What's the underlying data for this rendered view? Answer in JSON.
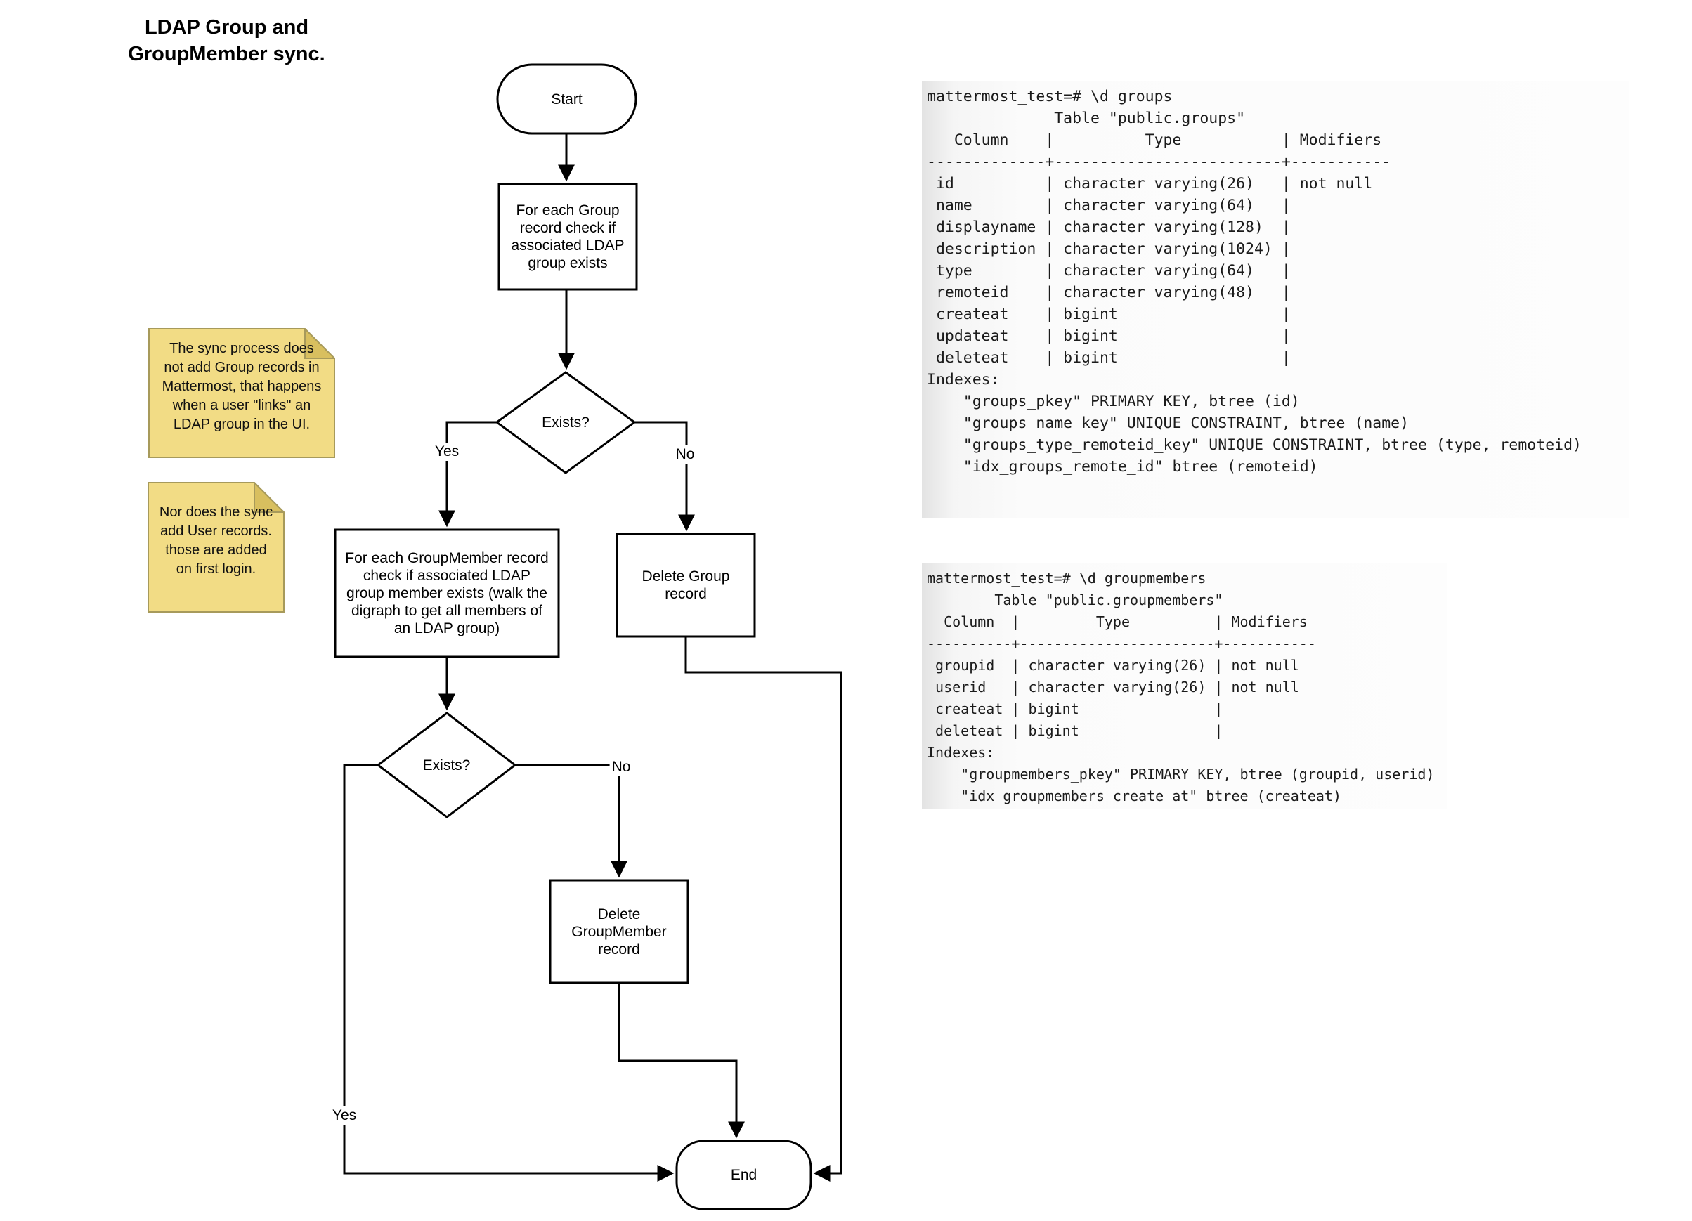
{
  "title": {
    "line1": "LDAP Group and",
    "line2": "GroupMember sync."
  },
  "flowchart": {
    "nodes": {
      "start": {
        "label": "Start"
      },
      "check_group": {
        "label": "For each Group\nrecord check if\nassociated LDAP\ngroup exists"
      },
      "exists_group": {
        "label": "Exists?"
      },
      "check_groupmember": {
        "label": "For each GroupMember record\ncheck if associated LDAP\ngroup member exists (walk the\ndigraph to get all members of\nan LDAP group)"
      },
      "delete_group": {
        "label": "Delete Group\nrecord"
      },
      "exists_groupmember": {
        "label": "Exists?"
      },
      "delete_groupmember": {
        "label": "Delete\nGroupMember\nrecord"
      },
      "end": {
        "label": "End"
      }
    },
    "edge_labels": {
      "group_yes": "Yes",
      "group_no": "No",
      "member_yes": "Yes",
      "member_no": "No"
    }
  },
  "notes": {
    "note1": "The sync process does\nnot add Group records in\nMattermost, that happens\nwhen a user \"links\" an\nLDAP group in the UI.",
    "note2": "Nor does the sync\nadd User records.\nthose are added\non first login."
  },
  "terminals": {
    "groups": {
      "text": "mattermost_test=# \\d groups\n              Table \"public.groups\"\n   Column    |          Type           | Modifiers\n-------------+-------------------------+-----------\n id          | character varying(26)   | not null\n name        | character varying(64)   |\n displayname | character varying(128)  |\n description | character varying(1024) |\n type        | character varying(64)   |\n remoteid    | character varying(48)   |\n createat    | bigint                  |\n updateat    | bigint                  |\n deleteat    | bigint                  |\nIndexes:\n    \"groups_pkey\" PRIMARY KEY, btree (id)\n    \"groups_name_key\" UNIQUE CONSTRAINT, btree (name)\n    \"groups_type_remoteid_key\" UNIQUE CONSTRAINT, btree (type, remoteid)\n    \"idx_groups_remote_id\" btree (remoteid)\n\n                  _"
    },
    "groupmembers": {
      "text": "mattermost_test=# \\d groupmembers\n        Table \"public.groupmembers\"\n  Column  |         Type          | Modifiers\n----------+-----------------------+-----------\n groupid  | character varying(26) | not null\n userid   | character varying(26) | not null\n createat | bigint                |\n deleteat | bigint                |\nIndexes:\n    \"groupmembers_pkey\" PRIMARY KEY, btree (groupid, userid)\n    \"idx_groupmembers_create_at\" btree (createat)"
    }
  },
  "colors": {
    "note_fill": "#F2DC85",
    "note_fold": "#D8BF5F",
    "note_border": "#A79A5B",
    "shape_stroke": "#000000",
    "terminal_bg_edge": "#E3E3E3"
  }
}
